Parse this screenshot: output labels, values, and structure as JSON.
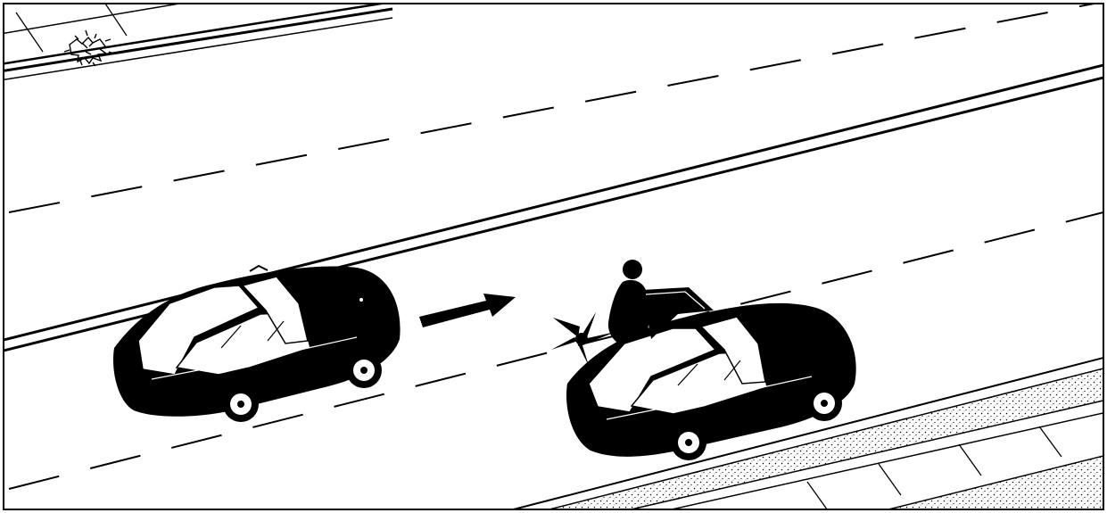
{
  "illustration": {
    "style": "black-and-white line drawing",
    "colors": {
      "ink": "#000000",
      "paper": "#ffffff",
      "glass": "#ffffff"
    },
    "elements": [
      "road",
      "dashed-lane-markings",
      "upper-sidewalk",
      "lower-sidewalk",
      "shrub",
      "moving-car",
      "motion-arrow",
      "parked-car",
      "open-car-door",
      "person-exiting-car",
      "impact-burst-icon"
    ]
  }
}
